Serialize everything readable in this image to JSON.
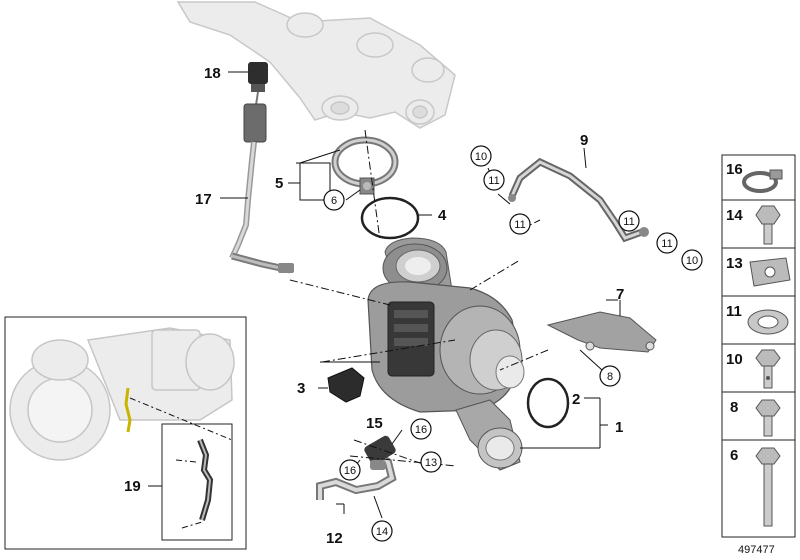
{
  "diagram": {
    "reference_number": "497477",
    "callouts": {
      "c1": "1",
      "c2": "2",
      "c3": "3",
      "c4": "4",
      "c5": "5",
      "c7": "7",
      "c9": "9",
      "c12": "12",
      "c15": "15",
      "c17": "17",
      "c18": "18",
      "c19": "19"
    },
    "circled": {
      "c6": "6",
      "c8": "8",
      "c10a": "10",
      "c11a": "11",
      "c11b": "11",
      "c11c": "11",
      "c11d": "11",
      "c10b": "10",
      "c16a": "16",
      "c16b": "16",
      "c13": "13",
      "c14": "14"
    },
    "sidebar": {
      "s16": "16",
      "s14": "14",
      "s13": "13",
      "s11": "11",
      "s10": "10",
      "s8": "8",
      "s6": "6"
    }
  }
}
